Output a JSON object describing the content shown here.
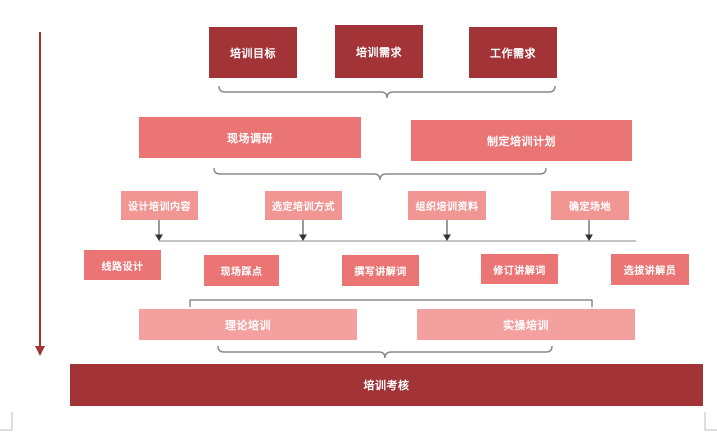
{
  "colors": {
    "dark": "#a23337",
    "mid": "#eb7474",
    "light": "#f29694",
    "line": "#8a8a8a",
    "timeline": "#a23337"
  },
  "inputs": {
    "goal": "培训目标",
    "demand": "培训需求",
    "work": "工作需求"
  },
  "research": {
    "field": "现场调研",
    "plan": "制定培训计划"
  },
  "prep": {
    "content": "设计培训内容",
    "method": "选定培训方式",
    "material": "组织培训资料",
    "venue": "确定场地"
  },
  "tasks": {
    "route": "线路设计",
    "site_check": "现场踩点",
    "write_script": "撰写讲解词",
    "revise_script": "修订讲解词",
    "select_guide": "选拔讲解员"
  },
  "training": {
    "theory": "理论培训",
    "practice": "实操培训"
  },
  "final": {
    "exam": "培训考核"
  }
}
